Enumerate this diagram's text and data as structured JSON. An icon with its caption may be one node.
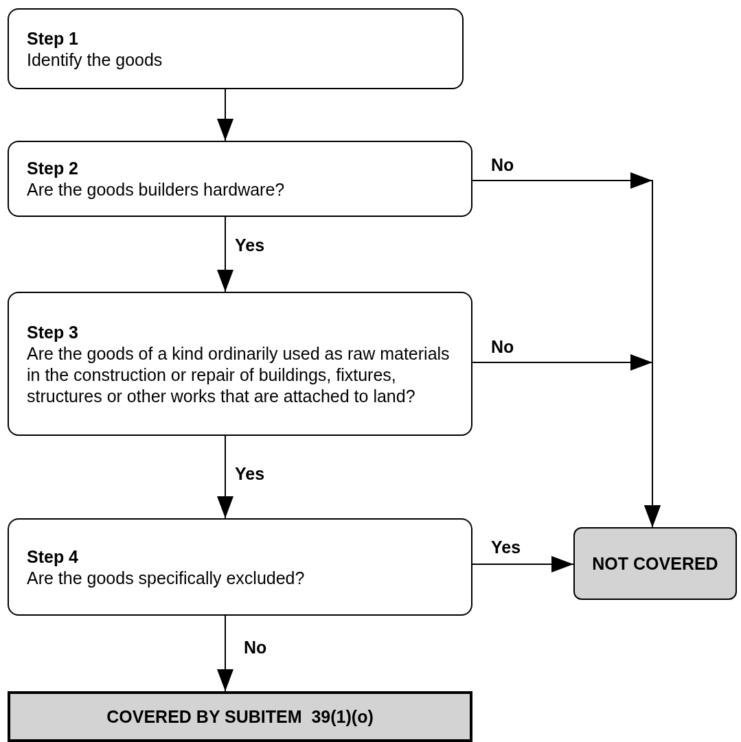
{
  "diagram": {
    "nodes": [
      {
        "text": [
          "Step 1",
          "Identify the goods"
        ]
      },
      {
        "text": [
          "Step 2",
          "Are the goods builders hardware?"
        ]
      },
      {
        "text": [
          "Step 3",
          "Are the goods of a kind ordinarily used as raw materials in the construction or repair of buildings, fixtures, structures or other works that are attached to land?"
        ]
      },
      {
        "text": [
          "Step 4",
          "Are the goods specifically excluded?"
        ]
      },
      {
        "text": [
          "NOT COVERED"
        ]
      },
      {
        "text": [
          "COVERED BY SUBITEM  39(1)(o)"
        ]
      }
    ],
    "edges": [
      {
        "from": 0,
        "to": 1,
        "arrow": "to"
      },
      {
        "from": 1,
        "to": 4,
        "arrow": "to",
        "label": "No"
      },
      {
        "from": 1,
        "to": 2,
        "arrow": "to",
        "label": "Yes"
      },
      {
        "from": 2,
        "to": 4,
        "arrow": "to",
        "label": "No"
      },
      {
        "from": 2,
        "to": 3,
        "arrow": "to",
        "label": "Yes"
      },
      {
        "from": 3,
        "to": 4,
        "arrow": "to",
        "label": "Yes"
      },
      {
        "from": 3,
        "to": 5,
        "arrow": "to",
        "label": "No"
      }
    ]
  }
}
